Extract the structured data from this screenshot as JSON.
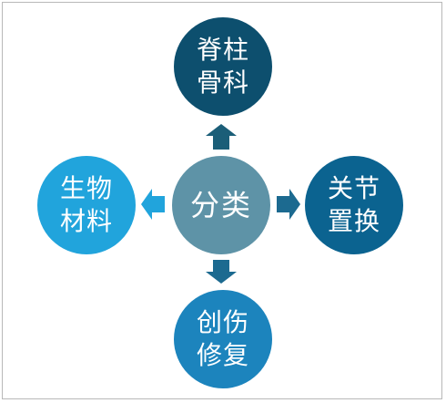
{
  "diagram": {
    "center": {
      "label": "分类",
      "color": "#5e93a7"
    },
    "nodes": {
      "top": {
        "line1": "脊柱",
        "line2": "骨科",
        "color": "#0d4f6e"
      },
      "right": {
        "line1": "关节",
        "line2": "置换",
        "color": "#0b6390"
      },
      "bottom": {
        "line1": "创伤",
        "line2": "修复",
        "color": "#1c84bd"
      },
      "left": {
        "line1": "生物",
        "line2": "材料",
        "color": "#21a4dc"
      }
    },
    "arrows": {
      "up": {
        "color": "#1b5e78"
      },
      "right": {
        "color": "#1c6a90"
      },
      "down": {
        "color": "#1c6a90"
      },
      "left": {
        "color": "#21a4dc"
      }
    }
  }
}
